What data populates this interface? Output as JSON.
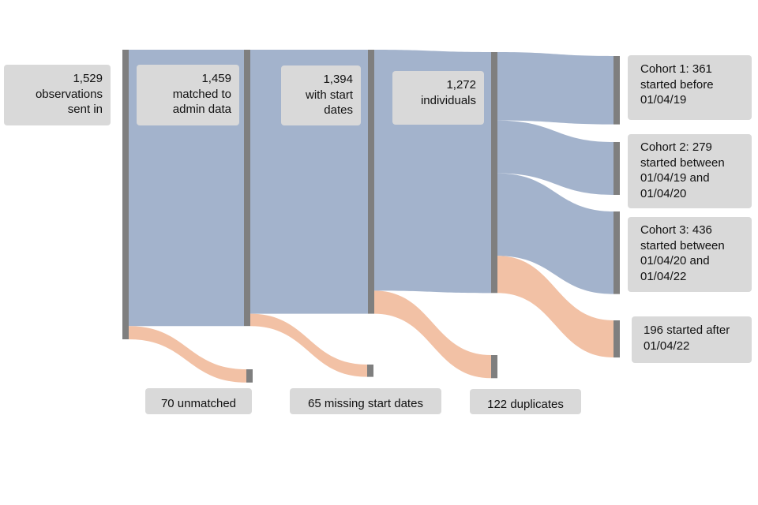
{
  "chart_data": {
    "type": "sankey",
    "colors": {
      "kept": "#a3b3cc",
      "dropped": "#f2c1a5",
      "node": "#7f7f7f",
      "label_bg": "#d9d9d9"
    },
    "nodes": [
      {
        "id": "sent",
        "value": 1529,
        "label": [
          "1,529",
          "observations",
          "sent in"
        ]
      },
      {
        "id": "matched",
        "value": 1459,
        "label": [
          "1,459",
          "matched to",
          "admin data"
        ]
      },
      {
        "id": "unmatched",
        "value": 70,
        "label": [
          "70 unmatched"
        ]
      },
      {
        "id": "start",
        "value": 1394,
        "label": [
          "1,394",
          "with start",
          "dates"
        ]
      },
      {
        "id": "missing",
        "value": 65,
        "label": [
          "65 missing start dates"
        ]
      },
      {
        "id": "individuals",
        "value": 1272,
        "label": [
          "1,272",
          "individuals"
        ]
      },
      {
        "id": "duplicates",
        "value": 122,
        "label": [
          "122 duplicates"
        ]
      },
      {
        "id": "cohort1",
        "value": 361,
        "label": [
          "Cohort 1: 361",
          "started before",
          "01/04/19"
        ]
      },
      {
        "id": "cohort2",
        "value": 279,
        "label": [
          "Cohort 2: 279",
          "started between",
          "01/04/19 and",
          "01/04/20"
        ]
      },
      {
        "id": "cohort3",
        "value": 436,
        "label": [
          "Cohort 3: 436",
          "started between",
          "01/04/20 and",
          "01/04/22"
        ]
      },
      {
        "id": "after",
        "value": 196,
        "label": [
          "196 started after",
          "01/04/22"
        ]
      }
    ],
    "flows": [
      {
        "source": "sent",
        "target": "matched",
        "value": 1459,
        "kind": "kept"
      },
      {
        "source": "sent",
        "target": "unmatched",
        "value": 70,
        "kind": "dropped"
      },
      {
        "source": "matched",
        "target": "start",
        "value": 1394,
        "kind": "kept"
      },
      {
        "source": "matched",
        "target": "missing",
        "value": 65,
        "kind": "dropped"
      },
      {
        "source": "start",
        "target": "individuals",
        "value": 1272,
        "kind": "kept"
      },
      {
        "source": "start",
        "target": "duplicates",
        "value": 122,
        "kind": "dropped"
      },
      {
        "source": "individuals",
        "target": "cohort1",
        "value": 361,
        "kind": "kept"
      },
      {
        "source": "individuals",
        "target": "cohort2",
        "value": 279,
        "kind": "kept"
      },
      {
        "source": "individuals",
        "target": "cohort3",
        "value": 436,
        "kind": "kept"
      },
      {
        "source": "individuals",
        "target": "after",
        "value": 196,
        "kind": "dropped"
      }
    ]
  }
}
